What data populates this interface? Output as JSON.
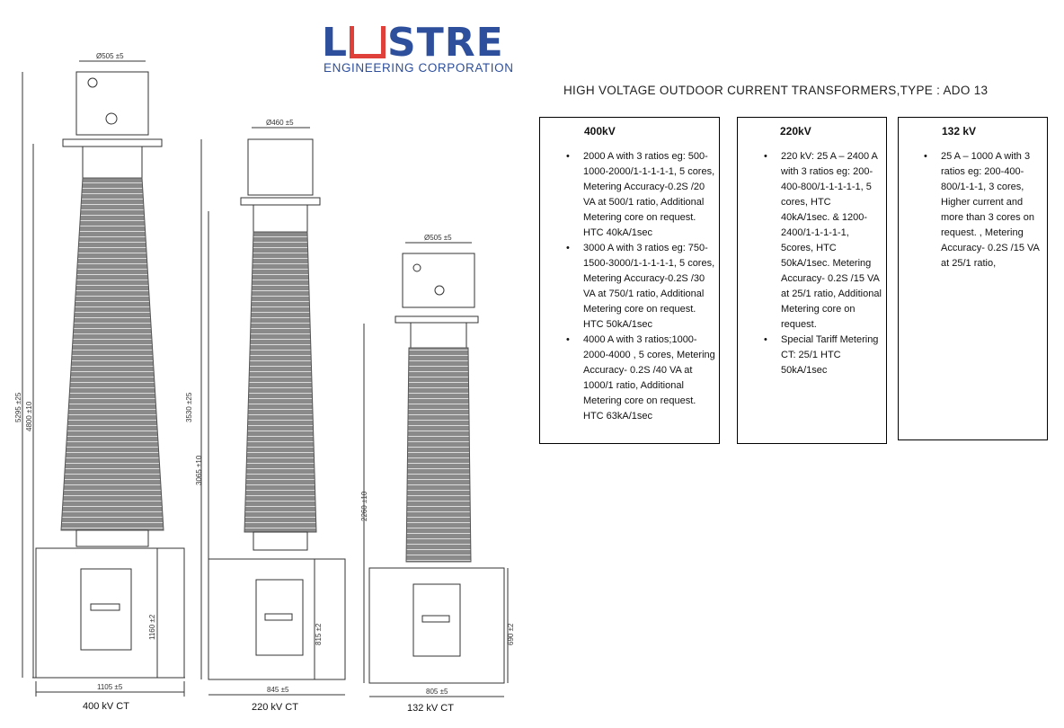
{
  "logo": {
    "brand_left": "L",
    "brand_right": "STRE",
    "subtitle": "ENGINEERING CORPORATION"
  },
  "title": "HIGH VOLTAGE OUTDOOR CURRENT TRANSFORMERS,TYPE : ADO 13",
  "spec_boxes": [
    {
      "heading": "400kV",
      "items": [
        "2000 A with 3 ratios eg: 500-1000-2000/1-1-1-1-1, 5 cores, Metering Accuracy-0.2S /20 VA at 500/1 ratio, Additional Metering core on request. HTC 40kA/1sec",
        "3000 A with 3 ratios eg: 750-1500-3000/1-1-1-1-1, 5 cores, Metering Accuracy-0.2S /30 VA at 750/1 ratio, Additional Metering core on request. HTC 50kA/1sec",
        "4000 A with 3 ratios;1000-2000-4000 , 5 cores, Metering Accuracy- 0.2S /40 VA at 1000/1 ratio, Additional Metering core on request. HTC 63kA/1sec"
      ]
    },
    {
      "heading": "220kV",
      "items": [
        "220 kV: 25 A – 2400 A with 3 ratios eg: 200-400-800/1-1-1-1-1, 5 cores, HTC 40kA/1sec. & 1200-2400/1-1-1-1-1, 5cores, HTC 50kA/1sec.  Metering Accuracy- 0.2S /15 VA at 25/1 ratio, Additional Metering core on request.",
        "Special Tariff Metering CT: 25/1 HTC 50kA/1sec"
      ]
    },
    {
      "heading": "132 kV",
      "items": [
        "25 A – 1000 A with 3 ratios eg: 200-400-800/1-1-1, 3 cores, Higher current and more than 3 cores on request. , Metering Accuracy- 0.2S /15 VA at 25/1 ratio,"
      ]
    }
  ],
  "drawings": {
    "ct400": {
      "caption": "400 kV CT",
      "head_dim": "Ø505 ±5",
      "total_h": "5295 ±25",
      "mid_h": "4800 ±10",
      "base_h": "1160 ±2",
      "base_w": "1105 ±5"
    },
    "ct220": {
      "caption": "220 kV CT",
      "head_dim": "Ø460 ±5",
      "total_h": "3530 ±25",
      "mid_h": "3065 ±10",
      "base_h": "815 ±2",
      "base_w": "845 ±5"
    },
    "ct132": {
      "caption": "132 kV CT",
      "head_dim": "Ø505 ±5",
      "mid_h": "2260 ±10",
      "base_h": "690 ±2",
      "base_w": "805 ±5"
    }
  },
  "colors": {
    "brand_blue": "#2d4f9c",
    "brand_red": "#e0403a",
    "insulator": "#8a8a8a"
  }
}
